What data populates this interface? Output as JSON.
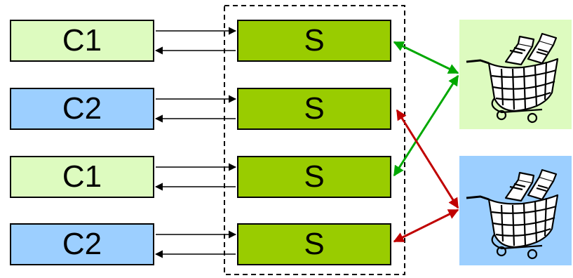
{
  "colors": {
    "client_c1": "#ddfbbf",
    "client_c2": "#9ccfff",
    "server": "#99cc00",
    "link_green": "#00a800",
    "link_red": "#c00000"
  },
  "clients": [
    {
      "label": "C1",
      "group": "c1"
    },
    {
      "label": "C2",
      "group": "c2"
    },
    {
      "label": "C1",
      "group": "c1"
    },
    {
      "label": "C2",
      "group": "c2"
    }
  ],
  "servers": [
    {
      "label": "S"
    },
    {
      "label": "S"
    },
    {
      "label": "S"
    },
    {
      "label": "S"
    }
  ],
  "carts": [
    {
      "icon": "shopping-cart-icon",
      "group": "c1"
    },
    {
      "icon": "shopping-cart-icon",
      "group": "c2"
    }
  ]
}
